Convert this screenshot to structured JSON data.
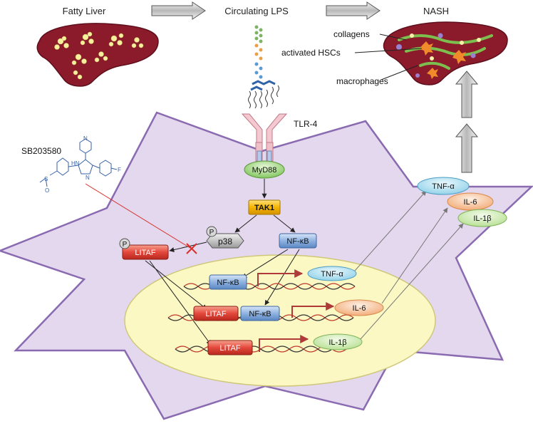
{
  "top": {
    "fatty_liver": "Fatty Liver",
    "circulating_lps": "Circulating LPS",
    "nash": "NASH"
  },
  "liver_labels": {
    "collagens": "collagens",
    "activated_hscs": "activated HSCs",
    "macrophages": "macrophages"
  },
  "receptor": {
    "tlr4": "TLR-4",
    "myd88": "MyD88"
  },
  "inhibitor": {
    "name": "SB203580",
    "structure_labels": {
      "hn": "HN",
      "n": "N",
      "f": "F",
      "s": "S",
      "o": "O"
    }
  },
  "kinases": {
    "tak1": "TAK1",
    "p38": "p38",
    "nfkb": "NF-κB",
    "phospho": "P",
    "litaf": "LITAF"
  },
  "nucleus": {
    "row1_tf": "NF-κB",
    "row1_product": "TNF-α",
    "row2_tf_a": "LITAF",
    "row2_tf_b": "NF-κB",
    "row2_product": "IL-6",
    "row3_tf": "LITAF",
    "row3_product": "IL-1β"
  },
  "secreted": {
    "tnf": "TNF-α",
    "il6": "IL-6",
    "il1b": "IL-1β"
  },
  "colors": {
    "cell_fill": "#e3d8ee",
    "cell_stroke": "#8a6ab0",
    "nucleus_fill": "#fbf8c4",
    "nucleus_stroke": "#cfc77a",
    "liver": "#8b1a2b",
    "litaf": "#e4483b",
    "nfkb": "#7fa6d9",
    "tak1": "#f5b400",
    "myd88": "#8fd16a",
    "tnf": "#a8ddf0",
    "il6": "#f8c9a0",
    "il1b": "#cdebb0",
    "dna_red": "#c0392b",
    "gene_arrow": "#b03a3a"
  }
}
